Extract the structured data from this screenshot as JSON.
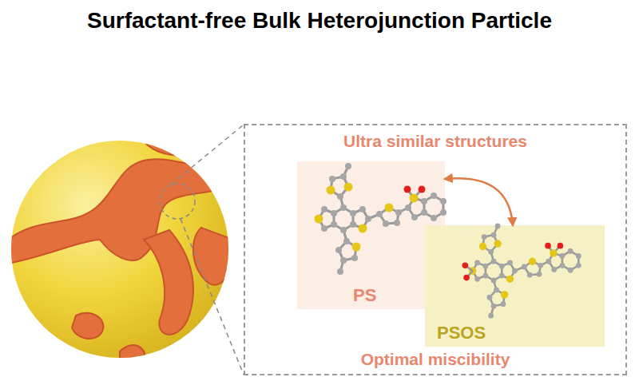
{
  "diagram": {
    "title": "Surfactant-free Bulk Heterojunction Particle",
    "nodes": [
      {
        "text": [
          "Ultra similar structures",
          "Optimal miscibility"
        ]
      },
      {
        "text": [
          "PS"
        ],
        "in": 0
      },
      {
        "text": [
          "PSOS"
        ],
        "in": 0
      }
    ],
    "edges": [
      {
        "from": 1,
        "to": 2,
        "arrow": "both"
      }
    ]
  }
}
